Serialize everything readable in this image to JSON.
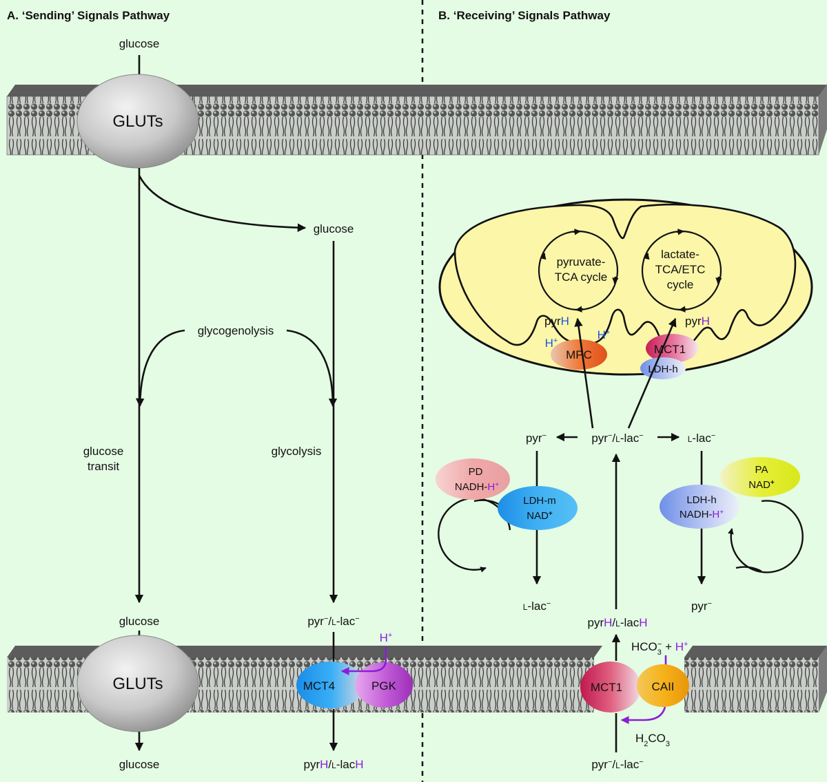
{
  "panels": {
    "sending_title": "A. ‘Sending’ Signals Pathway",
    "receiving_title": "B. ‘Receiving’ Signals Pathway"
  },
  "sending": {
    "glucose_top": "glucose",
    "gluts_top": "GLUTs",
    "glucose_branch": "glucose",
    "glycogenolysis": "glycogenolysis",
    "transit_line1": "glucose",
    "transit_line2": "transit",
    "glycolysis": "glycolysis",
    "glucose_mid": "glucose",
    "gluts_bottom": "GLUTs",
    "glucose_out": "glucose",
    "pyr_lac_in": {
      "a": "pyr",
      "sup1": "−",
      "b": "/",
      "sc": "L",
      "c": "-lac",
      "sup2": "−"
    },
    "mct4": "MCT4",
    "pgk": "PGK",
    "h_plus": {
      "base": "H",
      "sup": "+"
    },
    "pyr_lac_out": {
      "a": "pyr",
      "h1": "H",
      "b": "/",
      "sc": "L",
      "c": "-lac",
      "h2": "H"
    }
  },
  "receiving": {
    "cycle_left_line1": "pyruvate-",
    "cycle_left_line2": "TCA cycle",
    "cycle_right_line1": "lactate-",
    "cycle_right_line2": "TCA/ETC",
    "cycle_right_line3": "cycle",
    "pyrh_left": {
      "a": "pyr",
      "h": "H"
    },
    "pyrh_right": {
      "a": "pyr",
      "h": "H"
    },
    "h_left": {
      "base": "H",
      "sup": "+"
    },
    "h_right": {
      "base": "H",
      "sup": "+"
    },
    "mpc": "MPC",
    "mct1_mito": "MCT1",
    "ldh_h_mito": "LDH-h",
    "pyr_left": {
      "a": "pyr",
      "sup": "−"
    },
    "pyr_lac_center": {
      "a": "pyr",
      "sup1": "−",
      "b": "/",
      "sc": "L",
      "c": "-lac",
      "sup2": "−"
    },
    "lac_right": {
      "sc": "L",
      "c": "-lac",
      "sup": "−"
    },
    "pd": "PD",
    "nadh_left": {
      "a": "NADH-",
      "h": "H",
      "sup": "+"
    },
    "ldh_m": "LDH-m",
    "nad_left": {
      "a": "NAD",
      "sup": "+"
    },
    "ldh_h": "LDH-h",
    "nadh_right": {
      "a": "NADH-",
      "h": "H",
      "sup": "+"
    },
    "pa": "PA",
    "nad_right": {
      "a": "NAD",
      "sup": "+"
    },
    "lac_bottom": {
      "sc": "L",
      "c": "-lac",
      "sup": "−"
    },
    "pyr_bottom": {
      "a": "pyr",
      "sup": "−"
    },
    "pyrh_lach": {
      "a": "pyr",
      "h1": "H",
      "b": "/",
      "sc": "L",
      "c": "-lac",
      "h2": "H"
    },
    "hco3": {
      "a": "HCO",
      "sub": "3",
      "sup": "−",
      "b": " + ",
      "h": "H",
      "hsup": "+"
    },
    "mct1_membrane": "MCT1",
    "caii": "CAII",
    "h2co3": {
      "a": "H",
      "sub1": "2",
      "b": "CO",
      "sub2": "3"
    },
    "pyr_lac_bottom": {
      "a": "pyr",
      "sup1": "−",
      "b": "/",
      "sc": "L",
      "c": "-lac",
      "sup2": "−"
    }
  },
  "colors": {
    "background": "#e4fbe4",
    "proton_blue": "#1a55e0",
    "proton_purple": "#8a1ed8",
    "mitochondrion_fill": "#fbf6a8"
  }
}
